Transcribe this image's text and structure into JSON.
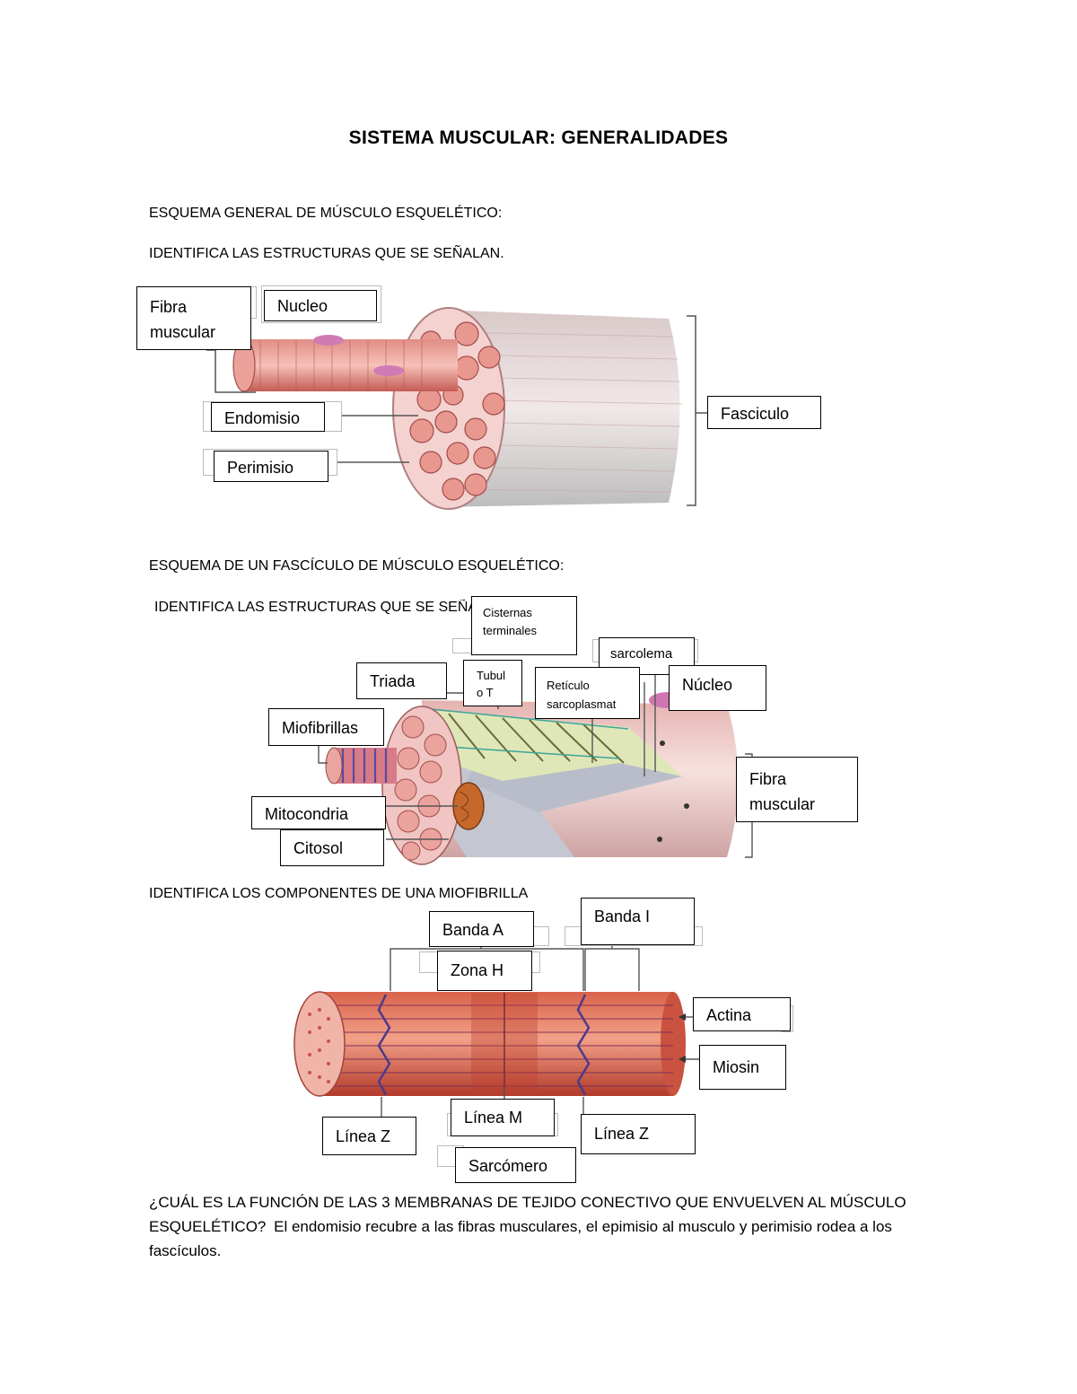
{
  "title": "SISTEMA MUSCULAR: GENERALIDADES",
  "section1": {
    "heading": "ESQUEMA GENERAL DE MÚSCULO ESQUELÉTICO:",
    "instruction": "IDENTIFICA LAS ESTRUCTURAS QUE SE SEÑALAN.",
    "labels": {
      "fibra_line1": "Fibra",
      "fibra_line2": "muscular",
      "nucleo": "Nucleo",
      "endomisio": "Endomisio",
      "perimisio": "Perimisio",
      "fasciculo": "Fasciculo"
    }
  },
  "section2": {
    "heading": "ESQUEMA DE UN FASCÍCULO DE MÚSCULO ESQUELÉTICO:",
    "instruction": "IDENTIFICA LAS ESTRUCTURAS QUE SE SEÑALAN.",
    "labels": {
      "cisternas_line1": "Cisternas",
      "cisternas_line2": "terminales",
      "sarcolema": "sarcolema",
      "triada": "Triada",
      "tubulo_line1": "Tubul",
      "tubulo_line2": "o T",
      "reticulo_line1": "Retículo",
      "reticulo_line2": "sarcoplasmat",
      "nucleo": "Núcleo",
      "miofibrillas": "Miofibrillas",
      "fibra_line1": "Fibra",
      "fibra_line2": "muscular",
      "mitocondria": "Mitocondria",
      "citosol": "Citosol"
    }
  },
  "section3": {
    "heading": "IDENTIFICA LOS COMPONENTES DE UNA MIOFIBRILLA",
    "labels": {
      "banda_a": "Banda A",
      "banda_i": "Banda I",
      "zona_h": "Zona H",
      "actina": "Actina",
      "miosin": "Miosin",
      "linea_m": "Línea M",
      "linea_z_left": "Línea Z",
      "linea_z_right": "Línea Z",
      "sarcomero": "Sarcómero"
    }
  },
  "question": {
    "text": "¿CUÁL ES LA FUNCIÓN DE LAS 3 MEMBRANAS DE TEJIDO CONECTIVO QUE ENVUELVEN AL MÚSCULO ESQUELÉTICO?",
    "answer": "El endomisio recubre a las fibras musculares, el epimisio al musculo y perimisio rodea a los fascículos."
  }
}
